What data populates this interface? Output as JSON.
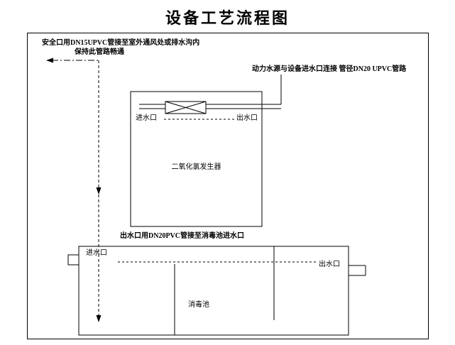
{
  "title": "设备工艺流程图",
  "notes": {
    "safety_line1": "安全口用DN15UPVC管接至室外通风处或排水沟内",
    "safety_line2": "保持此管路畅通",
    "power_supply": "动力水源与设备进水口连接 管径DN20 UPVC管路",
    "outlet_pipe": "出水口用DN20PVC管接至消毒池进水口"
  },
  "generator": {
    "name": "二氧化氯发生器",
    "inlet_label": "进水口",
    "outlet_label": "出水口"
  },
  "pool": {
    "name": "消毒池",
    "inlet_label": "进水口",
    "outlet_label": "出水口"
  },
  "colors": {
    "line": "#000000",
    "background": "#ffffff"
  }
}
